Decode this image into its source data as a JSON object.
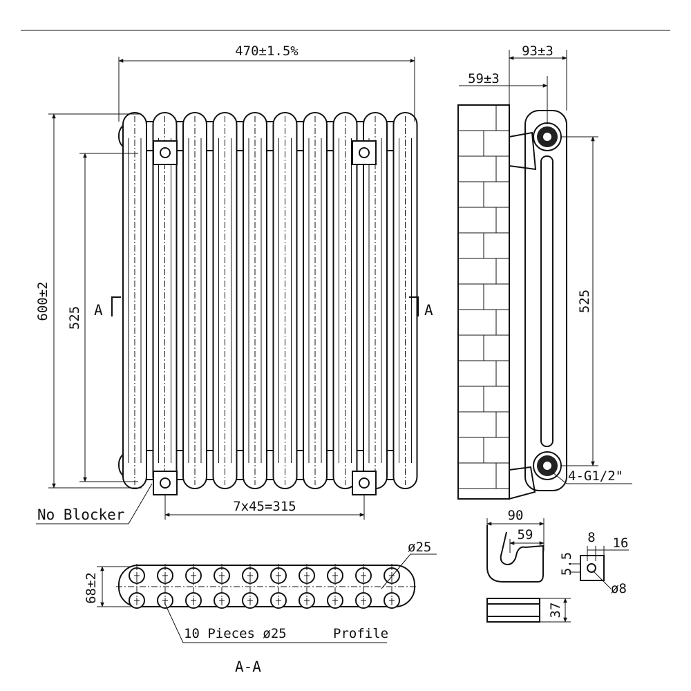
{
  "front_view": {
    "width_dim": "470±1.5%",
    "height_dim": "600±2",
    "centers_dim": "525",
    "bracket_span_dim": "7x45=315",
    "section_mark_left": "A",
    "section_mark_right": "A",
    "no_blocker_label": "No Blocker"
  },
  "side_view": {
    "depth_dim": "93±3",
    "wall_offset_dim": "59±3",
    "centers_dim": "525",
    "connection_label": "4-G1/2\""
  },
  "section_view": {
    "depth_dim": "68±2",
    "tube_diameter_dim": "ø25",
    "pieces_label": "10 Pieces ø25",
    "profile_label": "Profile",
    "section_title": "A-A"
  },
  "bracket_detail": {
    "overall_dim": "90",
    "offset_dim": "59",
    "width_dim": "37",
    "plate_width_dim": "16",
    "slot_width_dim": "8",
    "slot_height_dim": "5.5",
    "hole_dim": "ø8"
  }
}
